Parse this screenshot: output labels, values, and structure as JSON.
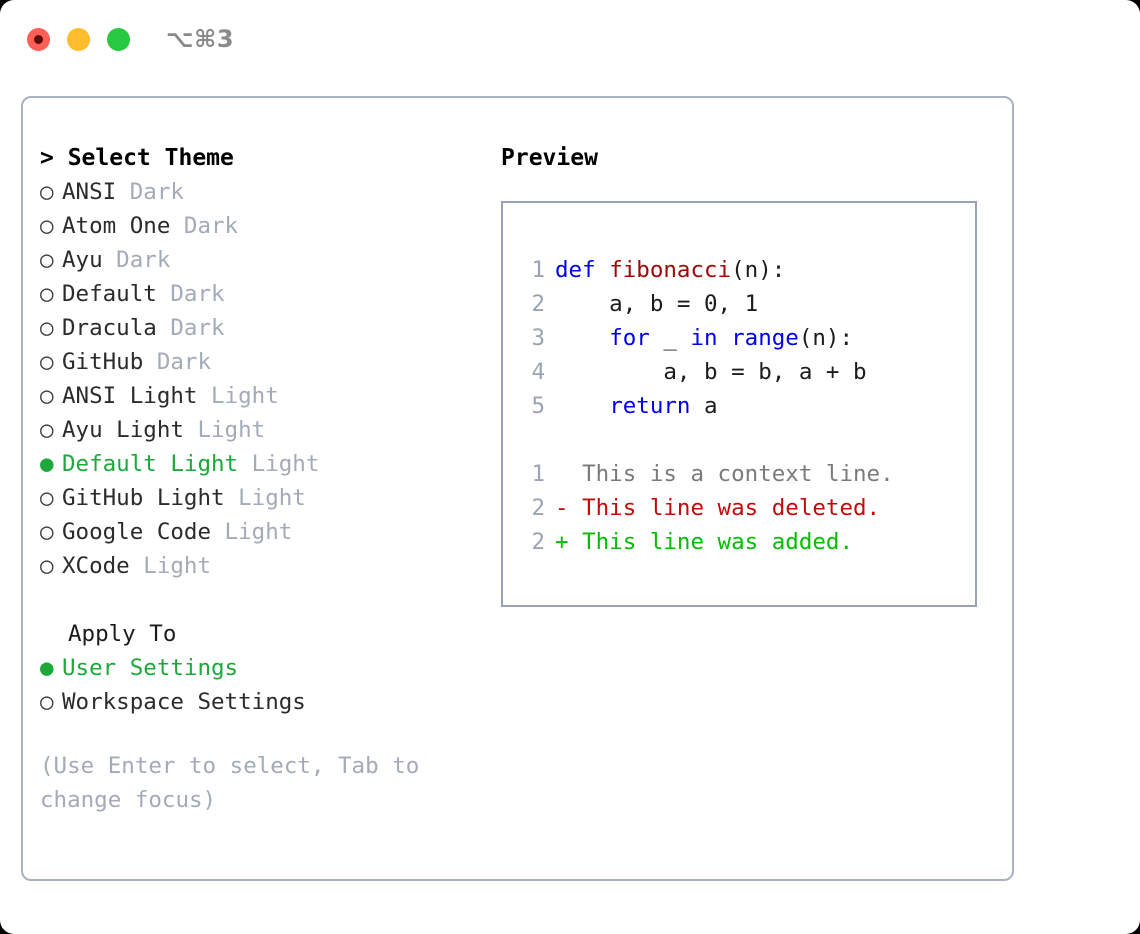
{
  "titlebar": {
    "shortcut": "⌥⌘3",
    "lights": [
      "close-red",
      "minimize-yellow",
      "zoom-green"
    ]
  },
  "theme_panel": {
    "header": "> Select Theme",
    "themes": [
      {
        "bullet": "○",
        "name": "ANSI",
        "tag": "Dark",
        "selected": false
      },
      {
        "bullet": "○",
        "name": "Atom One",
        "tag": "Dark",
        "selected": false
      },
      {
        "bullet": "○",
        "name": "Ayu",
        "tag": "Dark",
        "selected": false
      },
      {
        "bullet": "○",
        "name": "Default",
        "tag": "Dark",
        "selected": false
      },
      {
        "bullet": "○",
        "name": "Dracula",
        "tag": "Dark",
        "selected": false
      },
      {
        "bullet": "○",
        "name": "GitHub",
        "tag": "Dark",
        "selected": false
      },
      {
        "bullet": "○",
        "name": "ANSI Light",
        "tag": "Light",
        "selected": false
      },
      {
        "bullet": "○",
        "name": "Ayu Light",
        "tag": "Light",
        "selected": false
      },
      {
        "bullet": "●",
        "name": "Default Light",
        "tag": "Light",
        "selected": true
      },
      {
        "bullet": "○",
        "name": "GitHub Light",
        "tag": "Light",
        "selected": false
      },
      {
        "bullet": "○",
        "name": "Google Code",
        "tag": "Light",
        "selected": false
      },
      {
        "bullet": "○",
        "name": "XCode",
        "tag": "Light",
        "selected": false
      }
    ],
    "apply_to_header": "Apply To",
    "apply_to": [
      {
        "bullet": "●",
        "name": "User Settings",
        "selected": true
      },
      {
        "bullet": "○",
        "name": "Workspace Settings",
        "selected": false
      }
    ],
    "hint": "(Use Enter to select, Tab to change focus)"
  },
  "preview": {
    "label": "Preview",
    "code_lines": [
      {
        "num": "1",
        "tokens": [
          {
            "t": "def ",
            "c": "kw"
          },
          {
            "t": "fibonacci",
            "c": "fn"
          },
          {
            "t": "(n):",
            "c": "pl"
          }
        ]
      },
      {
        "num": "2",
        "tokens": [
          {
            "t": "    a, b = 0, 1",
            "c": "pl"
          }
        ]
      },
      {
        "num": "3",
        "tokens": [
          {
            "t": "    ",
            "c": "pl"
          },
          {
            "t": "for",
            "c": "kw"
          },
          {
            "t": " _ ",
            "c": "pl"
          },
          {
            "t": "in",
            "c": "kw"
          },
          {
            "t": " ",
            "c": "pl"
          },
          {
            "t": "range",
            "c": "kw"
          },
          {
            "t": "(n):",
            "c": "pl"
          }
        ]
      },
      {
        "num": "4",
        "tokens": [
          {
            "t": "        a, b = b, a + b",
            "c": "pl"
          }
        ]
      },
      {
        "num": "5",
        "tokens": [
          {
            "t": "    ",
            "c": "pl"
          },
          {
            "t": "return",
            "c": "kw"
          },
          {
            "t": " a",
            "c": "pl"
          }
        ]
      }
    ],
    "diff_lines": [
      {
        "num": "1",
        "marker": " ",
        "text": " This is a context line.",
        "kind": "ctx"
      },
      {
        "num": "2",
        "marker": "-",
        "text": " This line was deleted.",
        "kind": "del"
      },
      {
        "num": "2",
        "marker": "+",
        "text": " This line was added.",
        "kind": "add"
      }
    ]
  },
  "colors": {
    "panel_border": "#aab2c0",
    "preview_border": "#99a3b3",
    "selected_green": "#1ea83c",
    "tag_gray": "#a3abb9",
    "keyword_blue": "#0000ee",
    "function_red": "#a00808",
    "diff_deleted": "#c40b0b",
    "diff_added": "#05bd05",
    "context_gray": "#7b7b7b",
    "line_number": "#9aa4b2",
    "light_red": "#ff5f57",
    "light_yellow": "#ffbd2e",
    "light_green": "#28c840"
  }
}
